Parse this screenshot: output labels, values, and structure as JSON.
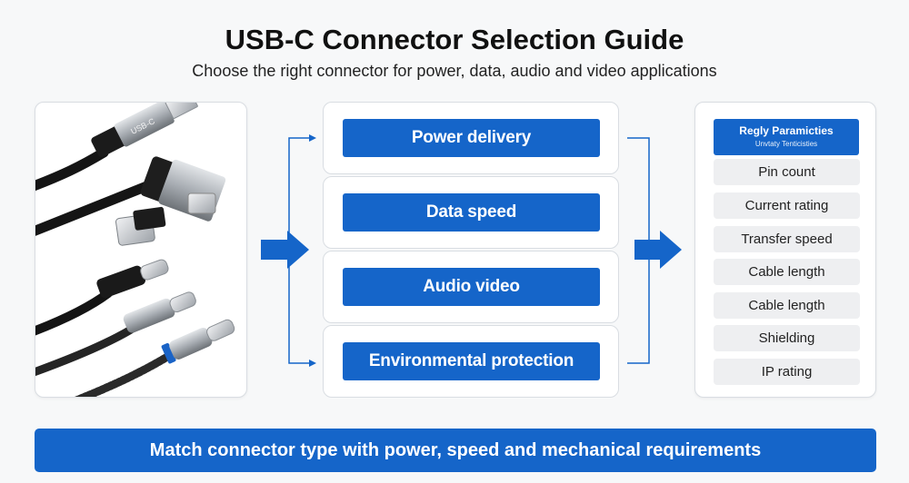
{
  "title": "USB-C Connector Selection Guide",
  "subtitle": "Choose the right connector for power, data, audio and video applications",
  "connector_photo": {
    "label": "USB-C"
  },
  "criteria": [
    {
      "label": "Power delivery"
    },
    {
      "label": "Data speed"
    },
    {
      "label": "Audio video"
    },
    {
      "label": "Environmental protection"
    }
  ],
  "parameters": {
    "header_title": "Regly Paramicties",
    "header_subtitle": "Unvtaty Tenticisties",
    "items": [
      "Pin count",
      "Current rating",
      "Transfer speed",
      "Cable length",
      "Cable length",
      "Shielding",
      "IP rating"
    ]
  },
  "banner": "Match connector type with power, speed and mechanical requirements",
  "colors": {
    "accent": "#1565c9",
    "panel_border": "#d9dde2",
    "item_bg": "#eeeff1"
  }
}
